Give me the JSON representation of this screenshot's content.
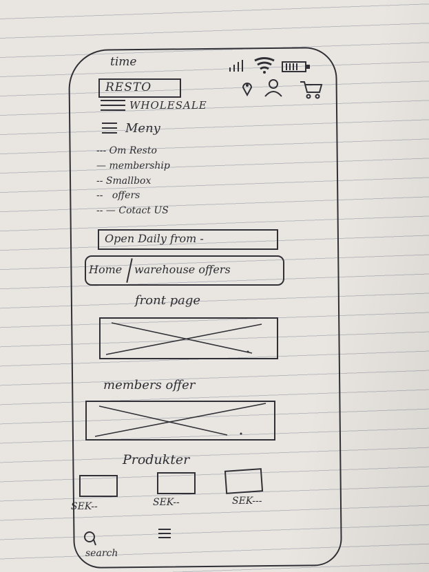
{
  "status_bar": {
    "time": "time"
  },
  "header": {
    "logo_text": "RESTO",
    "wholesale_label": "WHOLESALE"
  },
  "menu": {
    "label": "Meny",
    "items": [
      {
        "label": "Om Resto"
      },
      {
        "label": "membership"
      },
      {
        "label": "Smallbox"
      },
      {
        "label": "offers"
      },
      {
        "label": "Cotact US"
      }
    ]
  },
  "banner": {
    "text": "Open Daily from -"
  },
  "toggle": {
    "home_label": "Home",
    "warehouse_label": "warehouse offers"
  },
  "sections": {
    "front_page_title": "front page",
    "members_offer_title": "members offer",
    "products_title": "Produkter"
  },
  "products": [
    {
      "price": "SEK--"
    },
    {
      "price": "SEK--"
    },
    {
      "price": "SEK---"
    }
  ],
  "bottom_nav": {
    "search_label": "search",
    "search_icon": "search-icon",
    "menu_icon": "menu-icon"
  },
  "icons": [
    "location-icon",
    "user-icon",
    "cart-icon",
    "signal-icon",
    "wifi-icon",
    "battery-icon"
  ],
  "colors": {
    "ink": "#2d2d33",
    "paper": "#e9e6e1",
    "ruled_line": "#b9b9bf"
  }
}
